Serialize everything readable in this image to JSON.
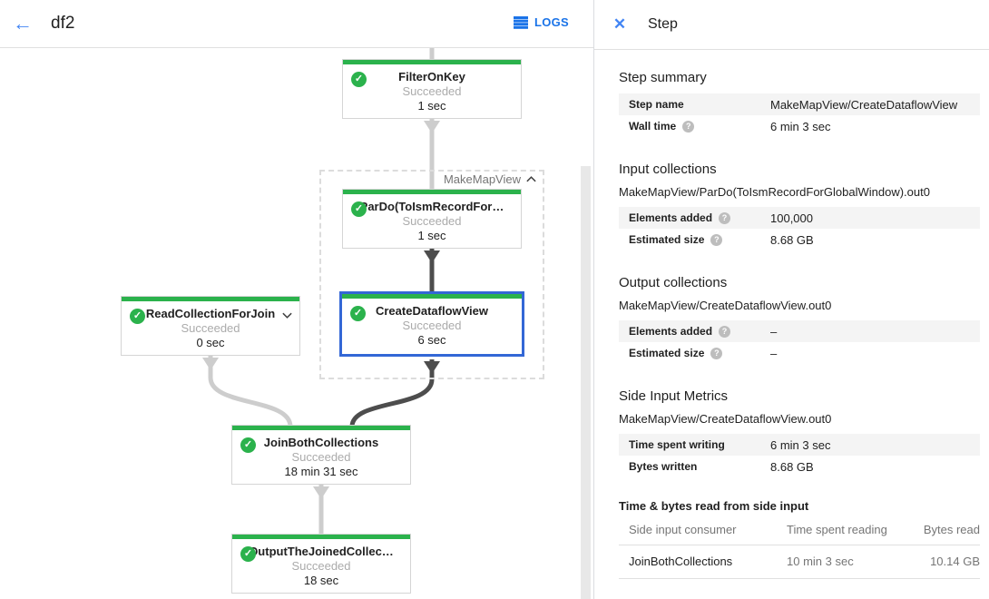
{
  "header": {
    "title": "df2",
    "logs_label": "LOGS"
  },
  "graph": {
    "group_label": "MakeMapView",
    "nodes": [
      {
        "title": "FilterOnKey",
        "status": "Succeeded",
        "time": "1 sec"
      },
      {
        "title": "ParDo(ToIsmRecordFor…",
        "status": "Succeeded",
        "time": "1 sec"
      },
      {
        "title": "ReadCollectionForJoin",
        "status": "Succeeded",
        "time": "0 sec"
      },
      {
        "title": "CreateDataflowView",
        "status": "Succeeded",
        "time": "6 sec"
      },
      {
        "title": "JoinBothCollections",
        "status": "Succeeded",
        "time": "18 min 31 sec"
      },
      {
        "title": "OutputTheJoinedCollec…",
        "status": "Succeeded",
        "time": "18 sec"
      }
    ]
  },
  "panel": {
    "title": "Step",
    "step_summary": {
      "heading": "Step summary",
      "rows": [
        {
          "label": "Step name",
          "value": "MakeMapView/CreateDataflowView"
        },
        {
          "label": "Wall time",
          "value": "6 min 3 sec"
        }
      ]
    },
    "input_collections": {
      "heading": "Input collections",
      "subtitle": "MakeMapView/ParDo(ToIsmRecordForGlobalWindow).out0",
      "rows": [
        {
          "label": "Elements added",
          "value": "100,000"
        },
        {
          "label": "Estimated size",
          "value": "8.68 GB"
        }
      ]
    },
    "output_collections": {
      "heading": "Output collections",
      "subtitle": "MakeMapView/CreateDataflowView.out0",
      "rows": [
        {
          "label": "Elements added",
          "value": "–"
        },
        {
          "label": "Estimated size",
          "value": "–"
        }
      ]
    },
    "side_input_metrics": {
      "heading": "Side Input Metrics",
      "subtitle": "MakeMapView/CreateDataflowView.out0",
      "rows": [
        {
          "label": "Time spent writing",
          "value": "6 min 3 sec"
        },
        {
          "label": "Bytes written",
          "value": "8.68 GB"
        }
      ]
    },
    "side_input_table": {
      "heading": "Time & bytes read from side input",
      "columns": [
        "Side input consumer",
        "Time spent reading",
        "Bytes read"
      ],
      "rows": [
        [
          "JoinBothCollections",
          "10 min 3 sec",
          "10.14 GB"
        ]
      ]
    }
  },
  "colors": {
    "success_green": "#2bb24c",
    "selected_blue": "#3367d6",
    "link_blue": "#1a73e8",
    "edge_dark": "#4d4d4d",
    "edge_light": "#cdcdcd"
  }
}
